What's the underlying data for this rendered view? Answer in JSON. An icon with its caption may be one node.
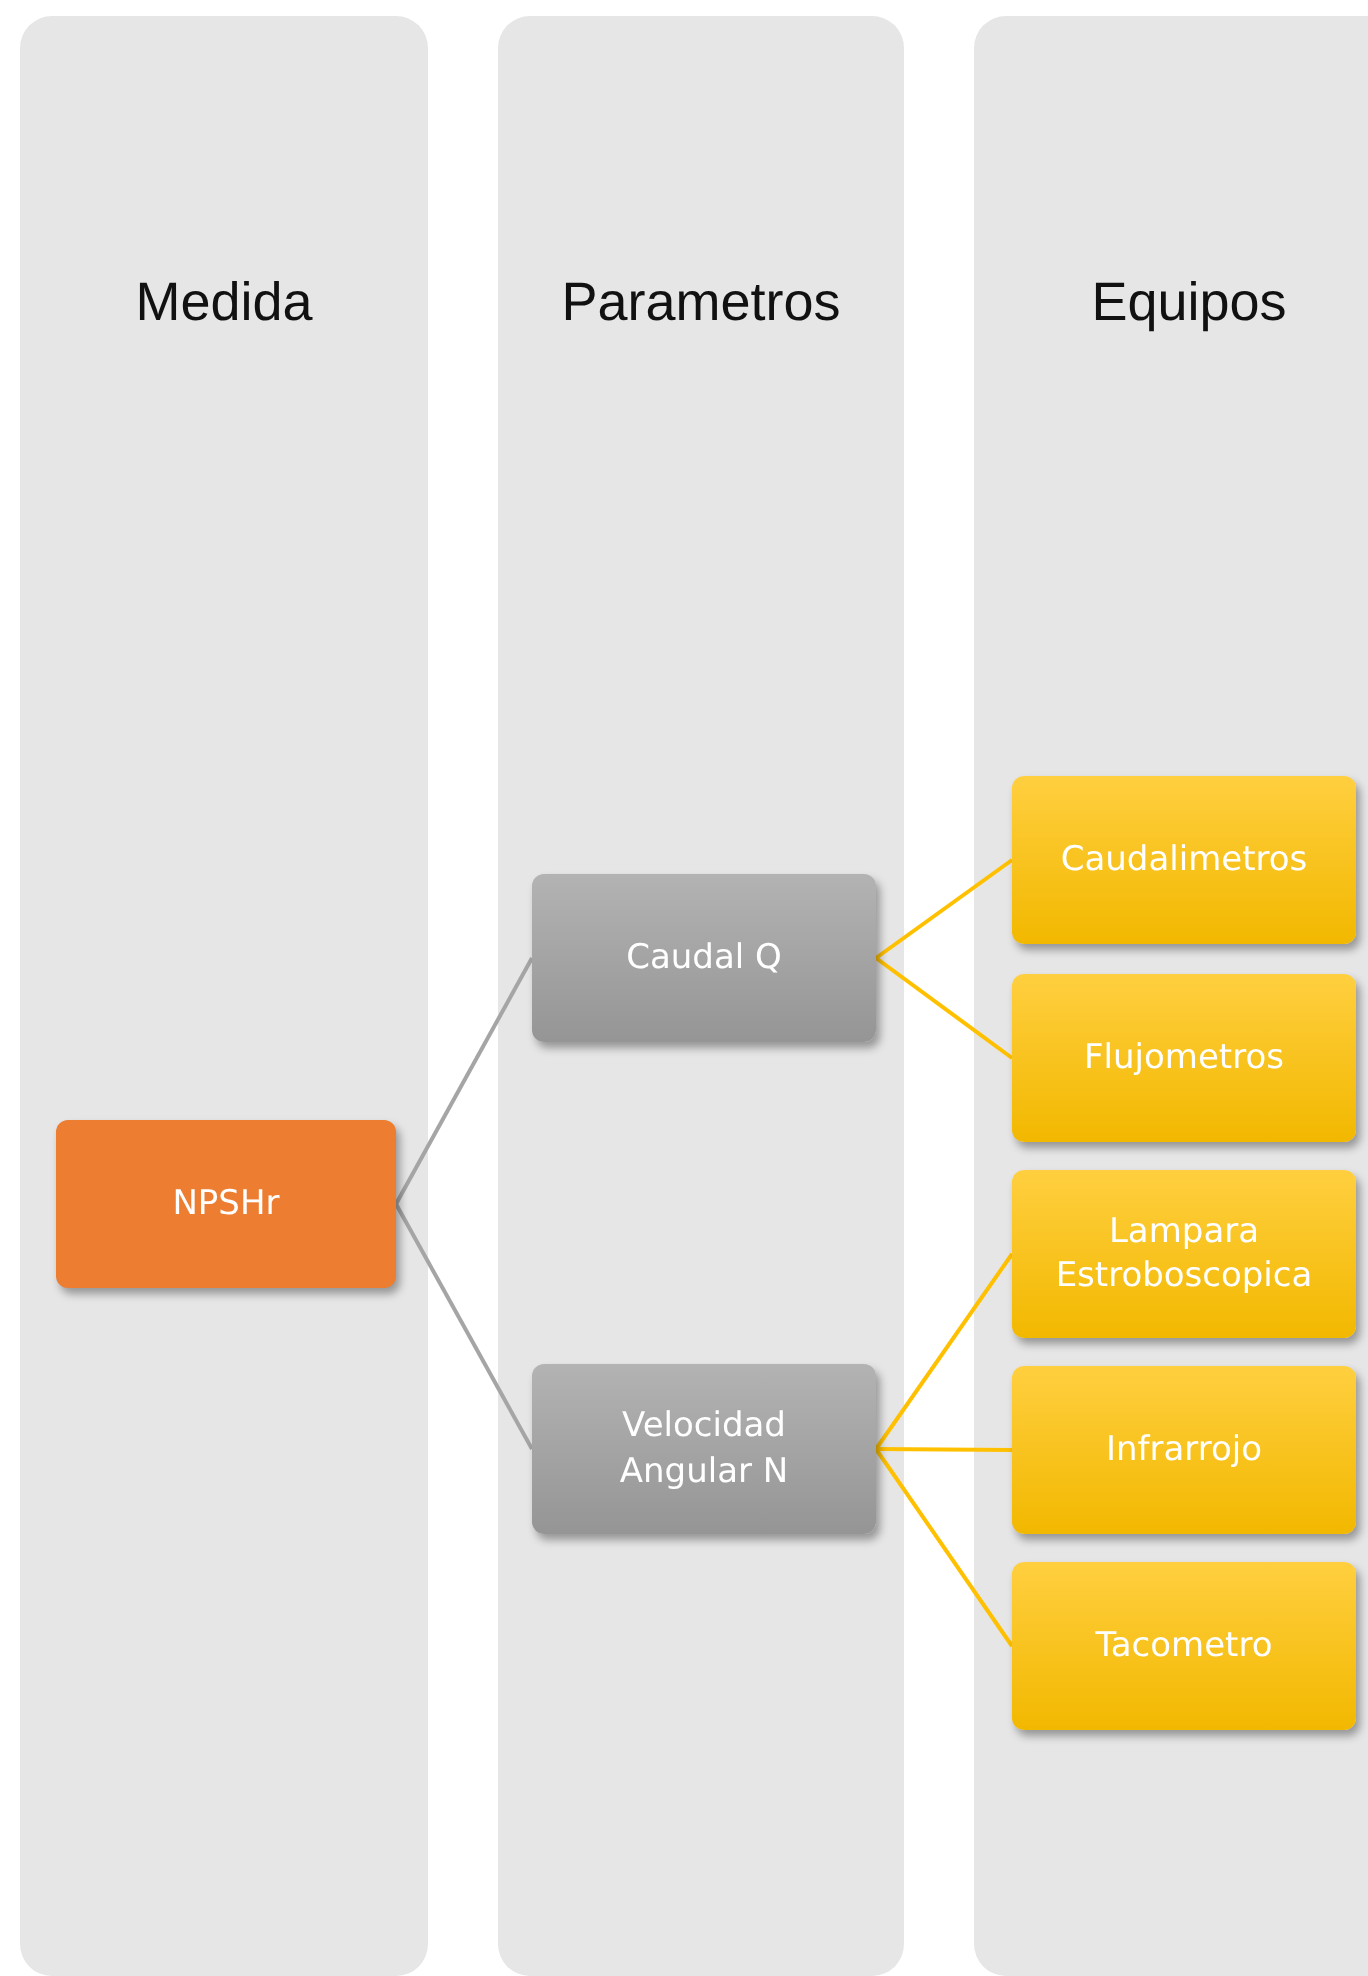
{
  "diagram": {
    "nodes": [
      {
        "text": [
          "Medida"
        ]
      },
      {
        "text": [
          "NPSHr"
        ],
        "in": 0
      },
      {
        "text": [
          "Parametros"
        ]
      },
      {
        "text": [
          "Caudal Q"
        ],
        "in": 2
      },
      {
        "text": [
          "Velocidad Angular N"
        ],
        "in": 2
      },
      {
        "text": [
          "Equipos"
        ]
      },
      {
        "text": [
          "Caudalimetros"
        ],
        "in": 5
      },
      {
        "text": [
          "Flujometros"
        ],
        "in": 5
      },
      {
        "text": [
          "Lampara Estroboscopica"
        ],
        "in": 5
      },
      {
        "text": [
          "Infrarrojo"
        ],
        "in": 5
      },
      {
        "text": [
          "Tacometro"
        ],
        "in": 5
      }
    ],
    "edges": [
      {
        "from": 1,
        "to": 3,
        "arrow": "none",
        "color": "#a5a5a5"
      },
      {
        "from": 1,
        "to": 4,
        "arrow": "none",
        "color": "#a5a5a5"
      },
      {
        "from": 3,
        "to": 6,
        "arrow": "none"
      },
      {
        "from": 3,
        "to": 7,
        "arrow": "none"
      },
      {
        "from": 4,
        "to": 8,
        "arrow": "none"
      },
      {
        "from": 4,
        "to": 9,
        "arrow": "none"
      },
      {
        "from": 4,
        "to": 10,
        "arrow": "none"
      }
    ]
  }
}
